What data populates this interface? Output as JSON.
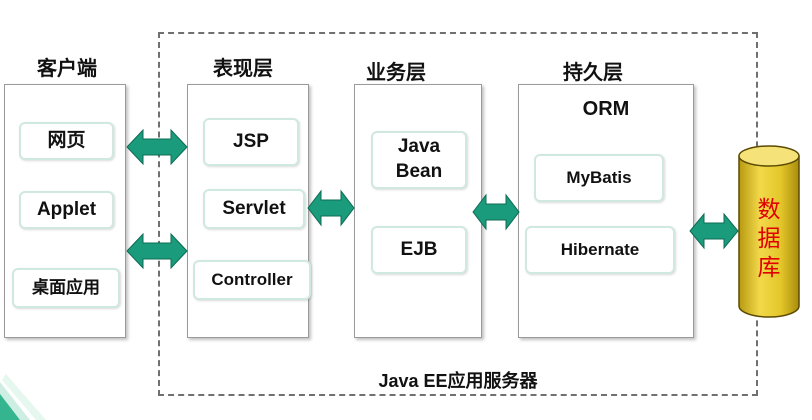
{
  "headings": {
    "client": "客户端",
    "presentation": "表现层",
    "business": "业务层",
    "persistence": "持久层"
  },
  "client": {
    "items": [
      "网页",
      "Applet",
      "桌面应用"
    ]
  },
  "presentation": {
    "items": [
      "JSP",
      "Servlet",
      "Controller"
    ]
  },
  "business": {
    "items": [
      "Java Bean",
      "EJB"
    ]
  },
  "persistence": {
    "title": "ORM",
    "items": [
      "MyBatis",
      "Hibernate"
    ]
  },
  "database": {
    "label": "数据库"
  },
  "server": {
    "label": "Java EE应用服务器"
  },
  "colors": {
    "arrow": "#1a9b7b",
    "database_fill": "#e8cc2e",
    "database_text": "#e00000",
    "chip_border": "#cfe9e0"
  }
}
